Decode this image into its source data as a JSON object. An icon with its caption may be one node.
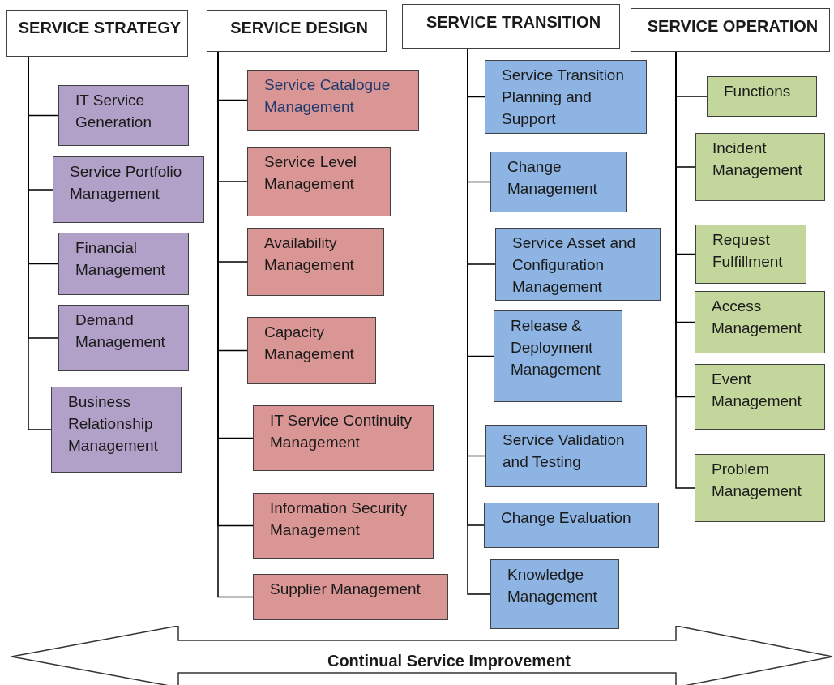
{
  "diagram": {
    "nodes": [
      {
        "text": [
          "SERVICE STRATEGY"
        ]
      },
      {
        "text": [
          "IT Service Generation"
        ]
      },
      {
        "text": [
          "Service Portfolio Management"
        ]
      },
      {
        "text": [
          "Financial Management"
        ]
      },
      {
        "text": [
          "Demand Management"
        ]
      },
      {
        "text": [
          "Business Relationship Management"
        ]
      },
      {
        "text": [
          "SERVICE DESIGN"
        ]
      },
      {
        "text": [
          "Service Catalogue Management"
        ]
      },
      {
        "text": [
          "Service Level Management"
        ]
      },
      {
        "text": [
          "Availability Management"
        ]
      },
      {
        "text": [
          "Capacity Management"
        ]
      },
      {
        "text": [
          "IT Service Continuity Management"
        ]
      },
      {
        "text": [
          "Information Security Management"
        ]
      },
      {
        "text": [
          "Supplier Management"
        ]
      },
      {
        "text": [
          "SERVICE TRANSITION"
        ]
      },
      {
        "text": [
          "Service Transition Planning and Support"
        ]
      },
      {
        "text": [
          "Change Management"
        ]
      },
      {
        "text": [
          "Service Asset and Configuration Management"
        ]
      },
      {
        "text": [
          "Release & Deployment Management"
        ]
      },
      {
        "text": [
          "Service Validation and Testing"
        ]
      },
      {
        "text": [
          "Change Evaluation"
        ]
      },
      {
        "text": [
          "Knowledge Management"
        ]
      },
      {
        "text": [
          "SERVICE OPERATION"
        ]
      },
      {
        "text": [
          "Functions"
        ]
      },
      {
        "text": [
          "Incident Management"
        ]
      },
      {
        "text": [
          "Request Fulfillment"
        ]
      },
      {
        "text": [
          "Access Management"
        ]
      },
      {
        "text": [
          "Event Management"
        ]
      },
      {
        "text": [
          "Problem Management"
        ]
      },
      {
        "text": [
          "Continual Service Improvement"
        ]
      }
    ],
    "edges": [
      {
        "from": 0,
        "to": 1,
        "arrow": "none"
      },
      {
        "from": 0,
        "to": 2,
        "arrow": "none"
      },
      {
        "from": 0,
        "to": 3,
        "arrow": "none"
      },
      {
        "from": 0,
        "to": 4,
        "arrow": "none"
      },
      {
        "from": 0,
        "to": 5,
        "arrow": "none"
      },
      {
        "from": 6,
        "to": 7,
        "arrow": "none"
      },
      {
        "from": 6,
        "to": 8,
        "arrow": "none"
      },
      {
        "from": 6,
        "to": 9,
        "arrow": "none"
      },
      {
        "from": 6,
        "to": 10,
        "arrow": "none"
      },
      {
        "from": 6,
        "to": 11,
        "arrow": "none"
      },
      {
        "from": 6,
        "to": 12,
        "arrow": "none"
      },
      {
        "from": 6,
        "to": 13,
        "arrow": "none"
      },
      {
        "from": 14,
        "to": 15,
        "arrow": "none"
      },
      {
        "from": 14,
        "to": 16,
        "arrow": "none"
      },
      {
        "from": 14,
        "to": 17,
        "arrow": "none"
      },
      {
        "from": 14,
        "to": 18,
        "arrow": "none"
      },
      {
        "from": 14,
        "to": 19,
        "arrow": "none"
      },
      {
        "from": 14,
        "to": 20,
        "arrow": "none"
      },
      {
        "from": 14,
        "to": 21,
        "arrow": "none"
      },
      {
        "from": 22,
        "to": 23,
        "arrow": "none"
      },
      {
        "from": 22,
        "to": 24,
        "arrow": "none"
      },
      {
        "from": 22,
        "to": 25,
        "arrow": "none"
      },
      {
        "from": 22,
        "to": 26,
        "arrow": "none"
      },
      {
        "from": 22,
        "to": 27,
        "arrow": "none"
      },
      {
        "from": 22,
        "to": 28,
        "arrow": "none"
      }
    ]
  }
}
